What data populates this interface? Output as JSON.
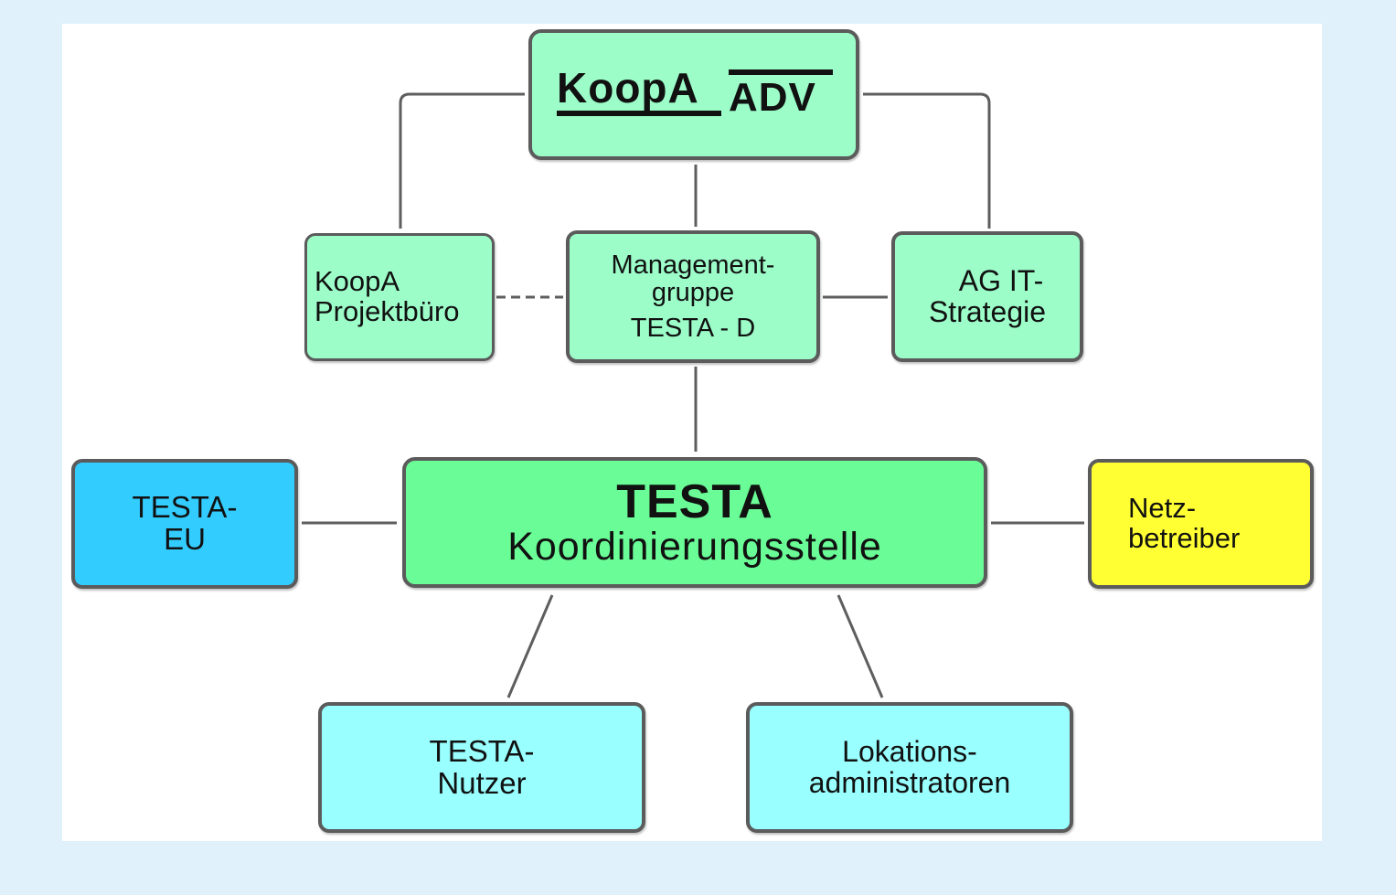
{
  "diagram": {
    "koopa_adv": {
      "left": "KoopA",
      "right": "ADV"
    },
    "projektbuero": {
      "line1": "KoopA",
      "line2": "Projektbüro"
    },
    "management": {
      "line1": "Management-",
      "line2": "gruppe",
      "line3": "TESTA - D"
    },
    "ag_it": {
      "line1": "AG IT-",
      "line2": "Strategie"
    },
    "testa_eu": {
      "line1": "TESTA-",
      "line2": "EU"
    },
    "koordinierungsstelle": {
      "line1": "TESTA",
      "line2": "Koordinierungsstelle"
    },
    "netzbetreiber": {
      "line1": "Netz-",
      "line2": "betreiber"
    },
    "testa_nutzer": {
      "line1": "TESTA-",
      "line2": "Nutzer"
    },
    "lokationsadmin": {
      "line1": "Lokations-",
      "line2": "administratoren"
    }
  },
  "colors": {
    "background": "#e0f1fc",
    "node_green_light": "#9cfdc9",
    "node_green_center": "#6afc96",
    "node_cyan": "#99ffff",
    "node_blue": "#33ccff",
    "node_yellow": "#ffff33",
    "border": "#5b5b5b"
  }
}
